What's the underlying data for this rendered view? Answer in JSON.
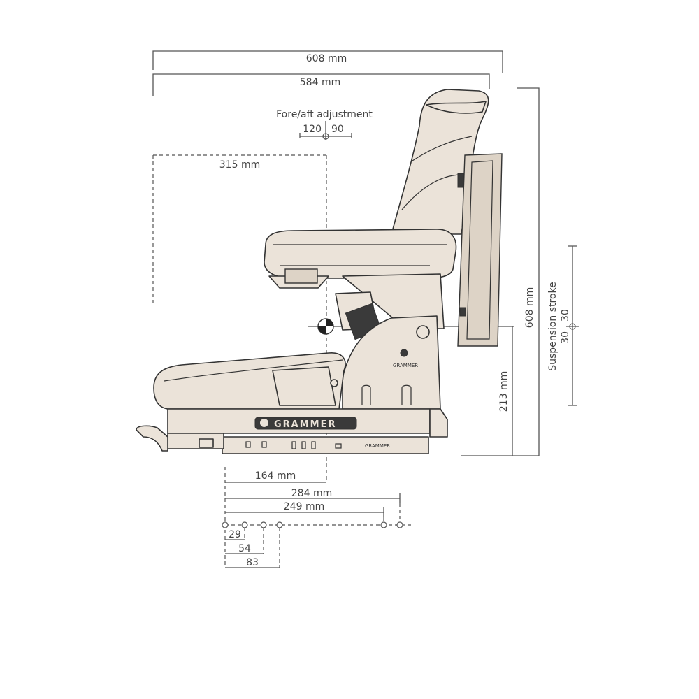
{
  "dimensions": {
    "overall_width": "608 mm",
    "seat_depth": "584 mm",
    "fore_aft_title": "Fore/aft adjustment",
    "fore_aft_back": "120",
    "fore_aft_forward": "90",
    "sip_depth": "315 mm",
    "overall_height": "608 mm",
    "sip_height": "213 mm",
    "suspension_label": "Suspension stroke",
    "suspension_up": "30",
    "suspension_down": "30",
    "front_to_sip": "164 mm",
    "mount_284": "284 mm",
    "mount_249": "249 mm",
    "hole_29": "29",
    "hole_54": "54",
    "hole_83": "83"
  },
  "brand": {
    "base_logo": "GRAMMER",
    "rail_label": "GRAMMER",
    "side_label": "GRAMMER"
  }
}
